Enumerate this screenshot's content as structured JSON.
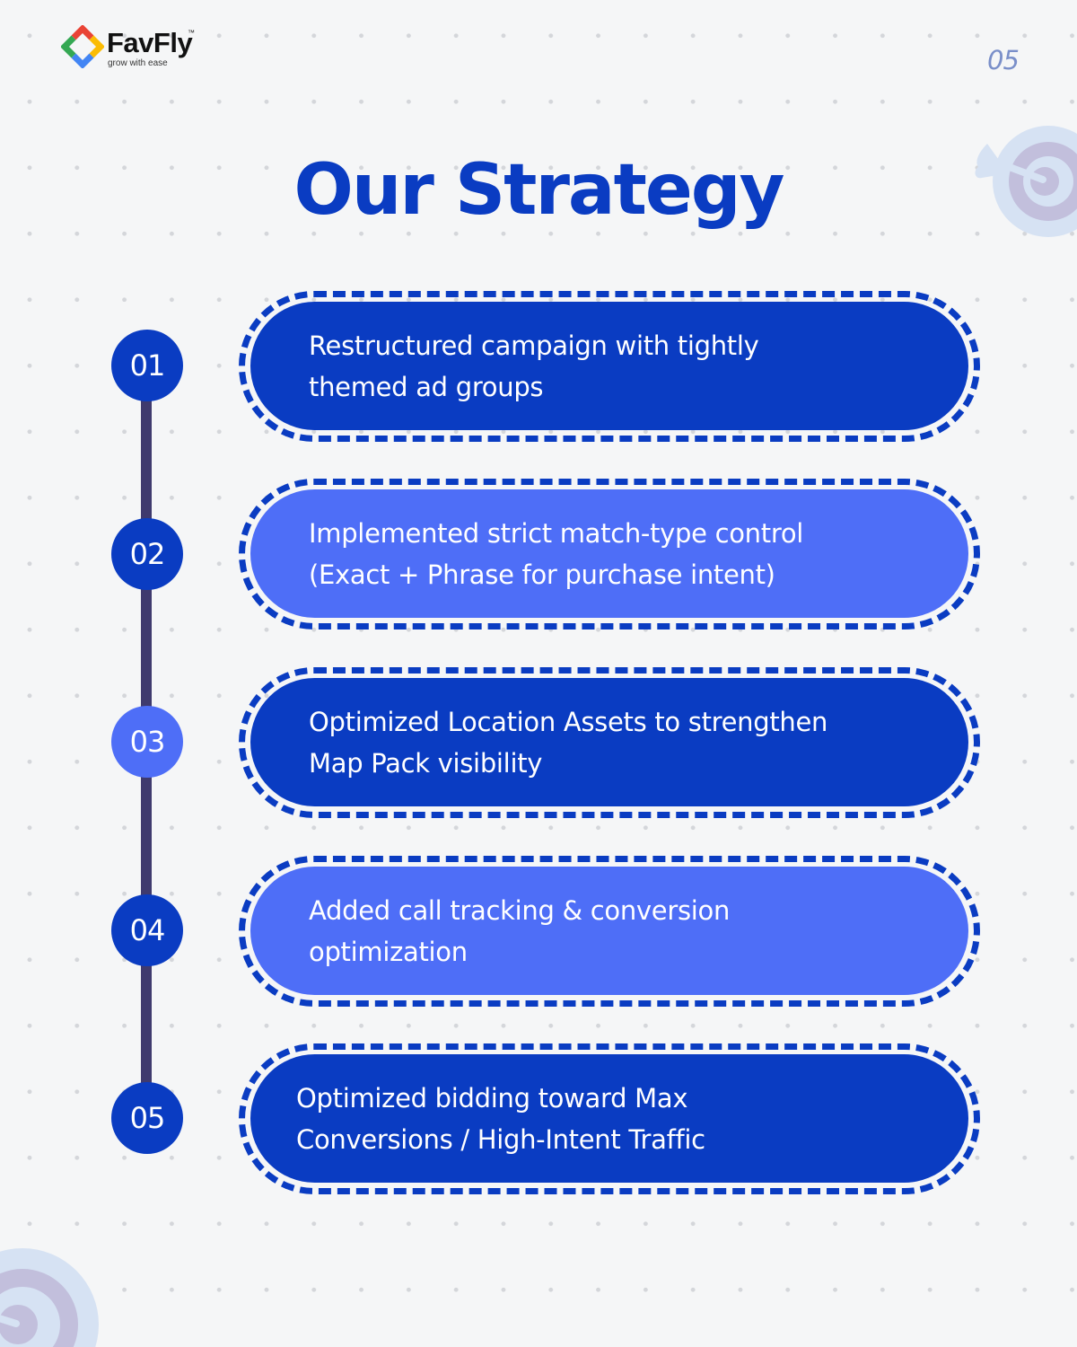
{
  "brand": {
    "name": "FavFly",
    "trademark": "™",
    "tagline": "grow with ease",
    "logo_colors": {
      "top": "#e94335",
      "right": "#fbbc04",
      "bottom": "#4285f4",
      "left": "#34a853"
    }
  },
  "page_number": "05",
  "title": "Our Strategy",
  "colors": {
    "primary": "#0a3cc2",
    "secondary": "#4e6ef7",
    "timeline": "#3f3a6e",
    "page_number": "#7a8fc9",
    "background": "#f5f6f7"
  },
  "steps": [
    {
      "number": "01",
      "text": "Restructured campaign with tightly\nthemed ad groups",
      "variant": "primary"
    },
    {
      "number": "02",
      "text": "Implemented strict match-type control\n(Exact + Phrase for purchase intent)",
      "variant": "secondary"
    },
    {
      "number": "03",
      "text": "Optimized Location Assets to strengthen\nMap Pack visibility",
      "variant": "primary"
    },
    {
      "number": "04",
      "text": "Added call tracking & conversion\noptimization",
      "variant": "secondary"
    },
    {
      "number": "05",
      "text": "Optimized bidding toward Max\nConversions / High-Intent Traffic",
      "variant": "primary"
    }
  ],
  "decorations": {
    "top_right": "target-with-arrow-icon",
    "bottom_left": "target-icon"
  }
}
